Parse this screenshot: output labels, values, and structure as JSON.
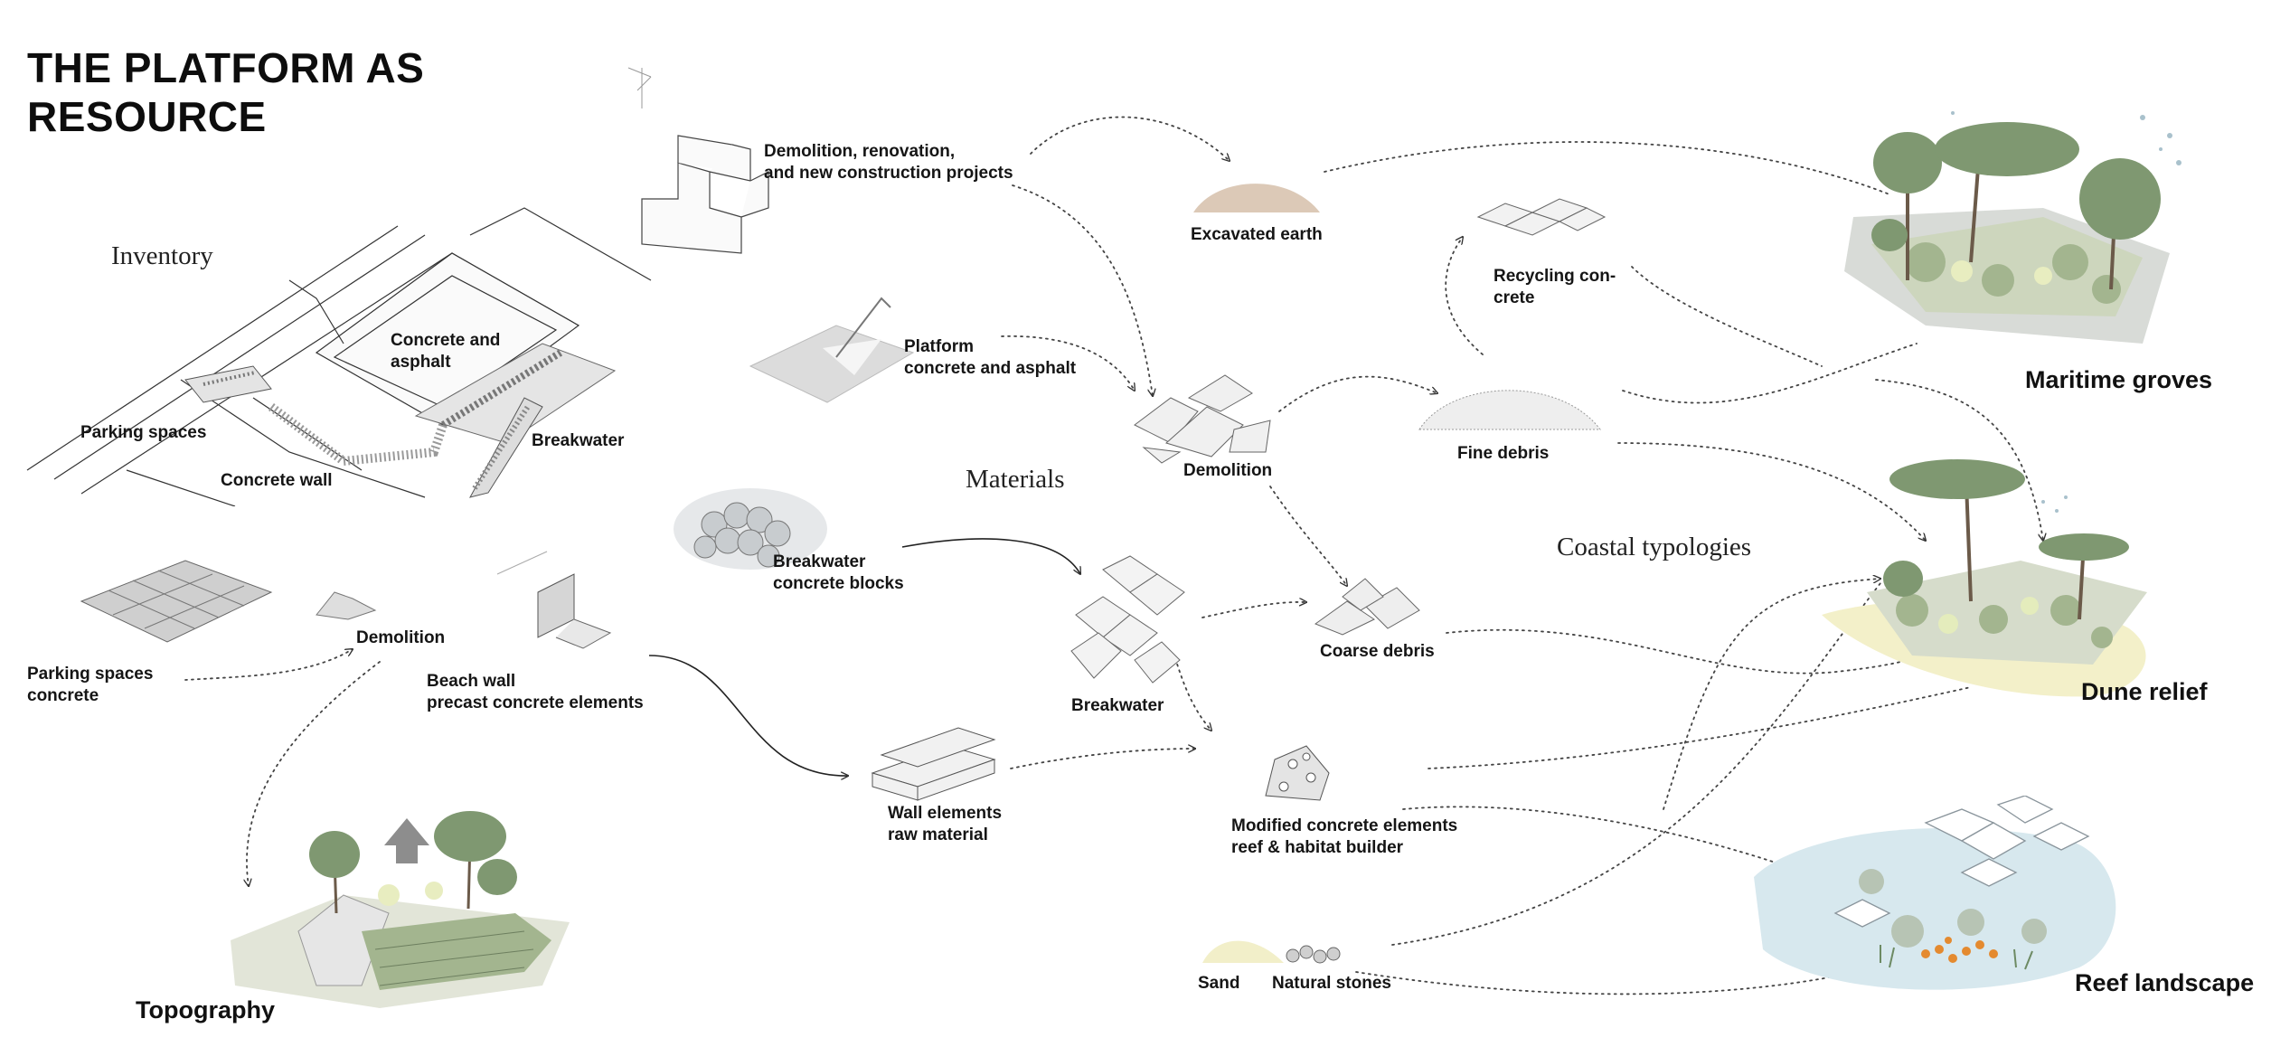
{
  "title": {
    "line1": "THE PLATFORM AS",
    "line2": "RESOURCE"
  },
  "sections": {
    "inventory": "Inventory",
    "materials": "Materials",
    "coastal_typologies": "Coastal typologies"
  },
  "inventory_labels": {
    "concrete_asphalt": "Concrete and\nasphalt",
    "parking_spaces": "Parking spaces",
    "concrete_wall": "Concrete wall",
    "breakwater": "Breakwater"
  },
  "sources": {
    "demolition_projects": "Demolition, renovation,\nand new construction projects",
    "platform": "Platform\nconcrete and asphalt",
    "breakwater_blocks": "Breakwater\nconcrete blocks",
    "parking_concrete": "Parking spaces\nconcrete",
    "demolition_small": "Demolition",
    "beach_wall": "Beach wall\nprecast concrete elements"
  },
  "materials": {
    "excavated_earth": "Excavated earth",
    "recycling_concrete": "Recycling con-\ncrete",
    "demolition": "Demolition",
    "fine_debris": "Fine debris",
    "breakwater": "Breakwater",
    "coarse_debris": "Coarse debris",
    "wall_elements": "Wall elements\nraw material",
    "modified_concrete": "Modified concrete elements\nreef & habitat builder",
    "sand": "Sand",
    "natural_stones": "Natural stones"
  },
  "typologies": {
    "maritime_groves": "Maritime groves",
    "dune_relief": "Dune relief",
    "reef_landscape": "Reef landscape",
    "topography": "Topography"
  },
  "colors": {
    "ink": "#111111",
    "arrow": "#444444",
    "tree_green": "#7f9871",
    "ground_green": "#c8d3b3",
    "sand_yellow": "#f3f0c9",
    "concrete_grey": "#d8d8d8",
    "earth_tan": "#d9c6b4",
    "water_blue": "#cfe3ea",
    "accent_orange": "#e48a2f"
  }
}
